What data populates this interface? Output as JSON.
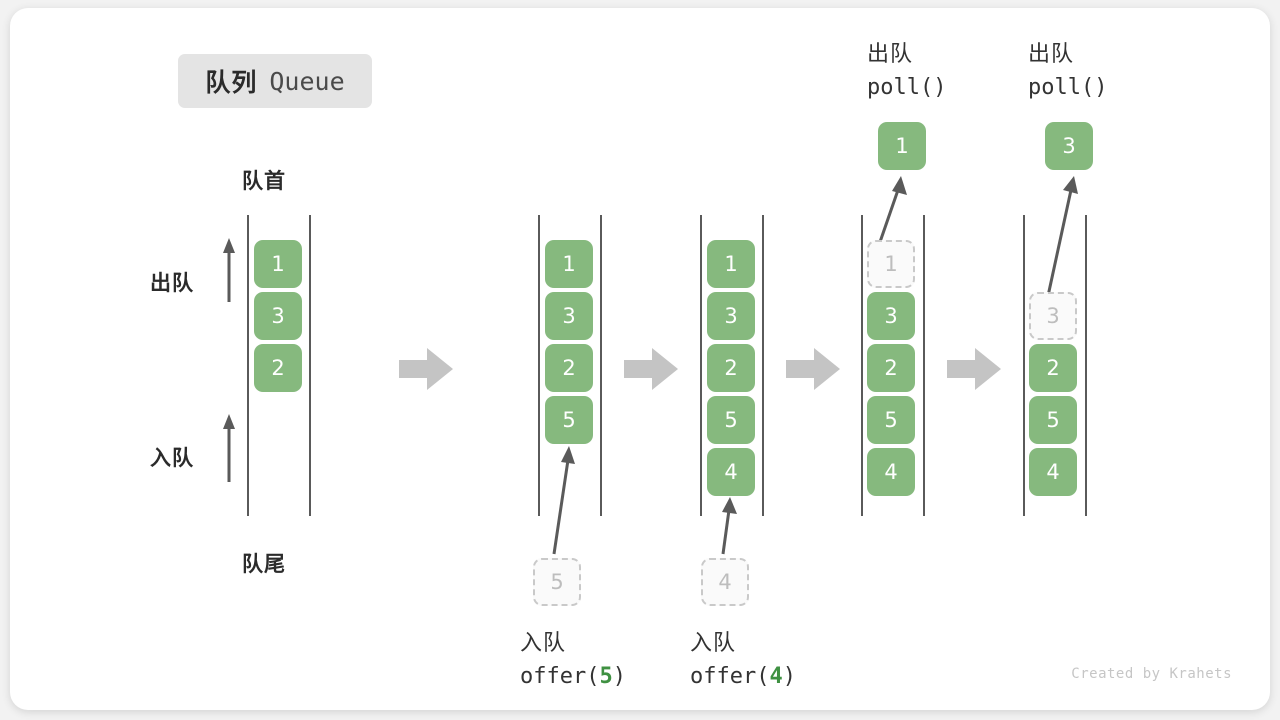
{
  "figure": {
    "title_cn": "队列",
    "title_en": "Queue",
    "head_label": "队首",
    "tail_label": "队尾",
    "dequeue_label": "出队",
    "enqueue_label": "入队",
    "credit": "Created by Krahets"
  },
  "colors": {
    "cell_fill": "#86b97e",
    "cell_text": "#ffffff",
    "ghost_fill": "#fafafa",
    "ghost_border": "#c9c9c9",
    "ghost_text": "#bdbdbd",
    "rail": "#5a5a5a",
    "step_arrow": "#c4c4c4",
    "thin_arrow": "#5a5a5a",
    "accent_green_text": "#3f9142",
    "chip_bg": "#e4e4e4",
    "card_bg": "#ffffff",
    "page_bg": "#f2f2f2"
  },
  "steps": [
    {
      "id": "step-1-initial",
      "cells": [
        "1",
        "3",
        "2"
      ],
      "ghost_index": -1,
      "caption_cn": "",
      "caption_code": ""
    },
    {
      "id": "step-2-offer-5",
      "cells": [
        "1",
        "3",
        "2",
        "5"
      ],
      "ghost_index": -1,
      "caption_cn": "入队",
      "caption_code": "offer(5)",
      "caption_arg": "5",
      "incoming_cell": "5"
    },
    {
      "id": "step-3-offer-4",
      "cells": [
        "1",
        "3",
        "2",
        "5",
        "4"
      ],
      "ghost_index": -1,
      "caption_cn": "入队",
      "caption_code": "offer(4)",
      "caption_arg": "4",
      "incoming_cell": "4"
    },
    {
      "id": "step-4-poll-1",
      "cells": [
        "1",
        "3",
        "2",
        "5",
        "4"
      ],
      "ghost_index": 0,
      "header_cn": "出队",
      "header_code": "poll()",
      "popped_cell": "1"
    },
    {
      "id": "step-5-poll-3",
      "cells": [
        "",
        "3",
        "2",
        "5",
        "4"
      ],
      "ghost_index": 1,
      "header_cn": "出队",
      "header_code": "poll()",
      "popped_cell": "3"
    }
  ],
  "chart_data": {
    "type": "diagram",
    "title": "队列 Queue",
    "operations": [
      {
        "op": "initial",
        "contents": [
          "1",
          "3",
          "2"
        ]
      },
      {
        "op": "offer(5)",
        "contents": [
          "1",
          "3",
          "2",
          "5"
        ]
      },
      {
        "op": "offer(4)",
        "contents": [
          "1",
          "3",
          "2",
          "5",
          "4"
        ]
      },
      {
        "op": "poll()",
        "returns": "1",
        "contents": [
          "3",
          "2",
          "5",
          "4"
        ]
      },
      {
        "op": "poll()",
        "returns": "3",
        "contents": [
          "2",
          "5",
          "4"
        ]
      }
    ]
  }
}
